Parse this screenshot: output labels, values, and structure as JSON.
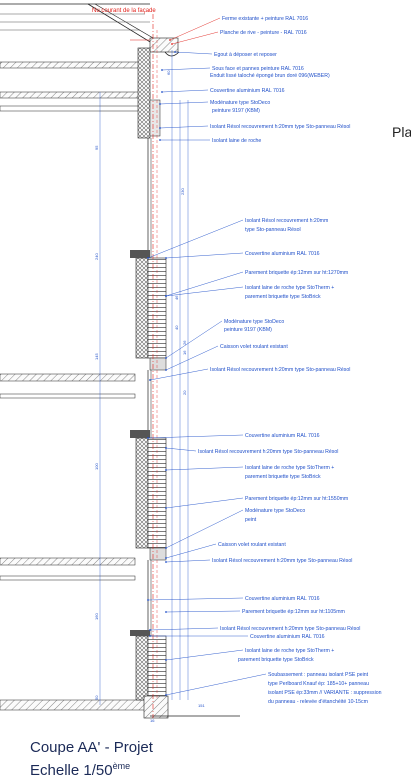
{
  "title": {
    "line1": "Coupe AA' - Projet",
    "line2_prefix": "Echelle 1/50",
    "line2_sup": "ème"
  },
  "plan_label": "Pla",
  "top_labels": {
    "nu_courant": "Nu courant de la façade"
  },
  "annotations": [
    {
      "text": "Ferme existante + peinture RAL 7016",
      "color": "red"
    },
    {
      "text": "Planche de rive - peinture - RAL 7016",
      "color": "red"
    },
    {
      "text": "Egout à déposer et reposer",
      "color": "blue"
    },
    {
      "text": "Sous face et pannes peinture RAL 7016",
      "color": "blue"
    },
    {
      "text": "Enduit lissé taloché épongé brun doré 096(WEBER)",
      "color": "blue"
    },
    {
      "text": "Couvertine aluminium RAL 7016",
      "color": "blue"
    },
    {
      "text": "Modénature type StoDeco",
      "color": "blue"
    },
    {
      "text": "peinture 9197 (KBM)",
      "color": "blue"
    },
    {
      "text": "Isolant Résol recouvrement h:20mm type Sto-panneau Résol",
      "color": "blue"
    },
    {
      "text": "Isolant laine de roche",
      "color": "blue"
    },
    {
      "text": "Isolant Résol recouvrement h:20mm",
      "color": "blue"
    },
    {
      "text": "type Sto-panneau Résol",
      "color": "blue"
    },
    {
      "text": "Couvertine aluminium RAL 7016",
      "color": "blue"
    },
    {
      "text": "Parement briquette ép:12mm sur ht:1270mm",
      "color": "blue"
    },
    {
      "text": "Isolant laine de roche type StoTherm +",
      "color": "blue"
    },
    {
      "text": "parement briquette type StoBrick",
      "color": "blue"
    },
    {
      "text": "Modénature type StoDeco",
      "color": "blue"
    },
    {
      "text": "peinture 9197 (KBM)",
      "color": "blue"
    },
    {
      "text": "Caisson volet roulant existant",
      "color": "blue"
    },
    {
      "text": "Isolant Résol recouvrement h:20mm type Sto-panneau Résol",
      "color": "blue"
    },
    {
      "text": "Couvertine aluminium RAL 7016",
      "color": "blue"
    },
    {
      "text": "Isolant Résol recouvrement h:20mm type Sto-panneau Résol",
      "color": "blue"
    },
    {
      "text": "Isolant laine de roche type StoTherm +",
      "color": "blue"
    },
    {
      "text": "parement briquette type StoBrick",
      "color": "blue"
    },
    {
      "text": "Parement briquette ép:12mm sur ht:1550mm",
      "color": "blue"
    },
    {
      "text": "Modénature type StoDeco",
      "color": "blue"
    },
    {
      "text": "peint",
      "color": "blue"
    },
    {
      "text": "Caisson volet roulant existant",
      "color": "blue"
    },
    {
      "text": "Isolant Résol recouvrement h:20mm type Sto-panneau Résol",
      "color": "blue"
    },
    {
      "text": "Couvertine aluminium RAL 7016",
      "color": "blue"
    },
    {
      "text": "Parement briquette ép:12mm sur ht:1105mm",
      "color": "blue"
    },
    {
      "text": "Isolant Résol recouvrement h:20mm type Sto-panneau Résol",
      "color": "blue"
    },
    {
      "text": "Couvertine aluminium RAL 7016",
      "color": "blue"
    },
    {
      "text": "Isolant laine de roche type StoTherm +",
      "color": "blue"
    },
    {
      "text": "parement briquette type StoBrick",
      "color": "blue"
    },
    {
      "text": "Soubassement : panneau isolant PSE peint",
      "color": "blue"
    },
    {
      "text": "type Perlboard Knauf ép: 185+10+ panneau",
      "color": "blue"
    },
    {
      "text": "isolant PSE ép:33mm // VARIANTE : suppression",
      "color": "blue"
    },
    {
      "text": "du panneau - relevée d'étanchéité 10-15cm",
      "color": "blue"
    }
  ],
  "dimensions": {
    "left": [
      "95",
      "240",
      "145",
      "100",
      "160",
      "50"
    ],
    "right": [
      "60",
      "230",
      "46",
      "40",
      "26",
      "16",
      "20"
    ],
    "bottom": [
      "151",
      "16"
    ]
  }
}
